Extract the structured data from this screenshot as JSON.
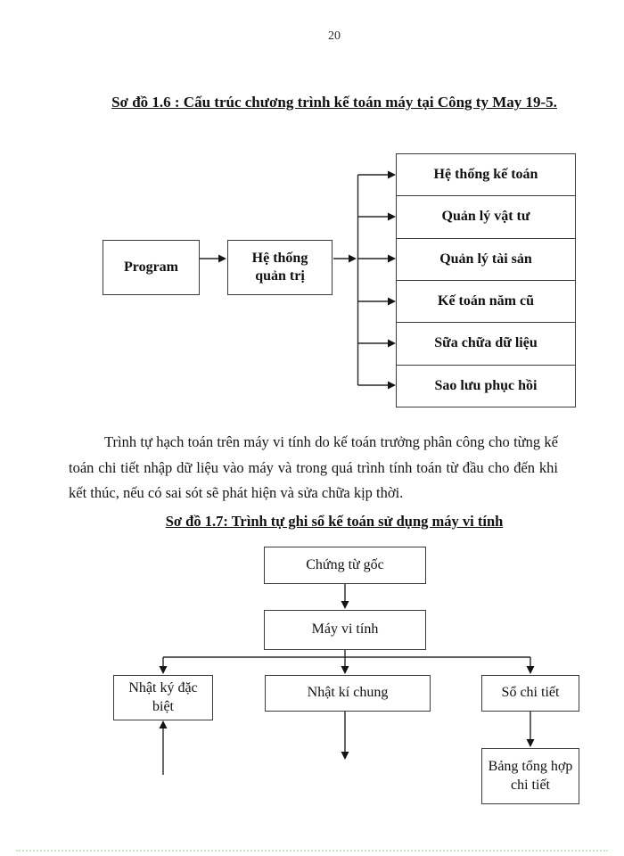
{
  "page": {
    "number": "20"
  },
  "diagram1": {
    "title": "Sơ đồ 1.6 : Cấu trúc chương trình kế toán máy tại Công ty May 19-5.",
    "nodes": {
      "program": "Program",
      "admin_system": "Hệ thống quản trị"
    },
    "modules": [
      "Hệ thống kế toán",
      "Quản lý vật tư",
      "Quản lý tài sản",
      "Kế toán năm cũ",
      "Sữa chữa dữ liệu",
      "Sao lưu phục hồi"
    ]
  },
  "paragraph": {
    "text": "Trình tự hạch toán trên máy vi tính do kế toán trưởng phân công cho từng kế toán chi tiết nhập dữ liệu vào máy và trong quá trình tính toán từ đầu cho đến khi kết thúc, nếu có sai sót sẽ phát hiện và sửa chữa kịp thời."
  },
  "diagram2": {
    "title": "Sơ đồ 1.7: Trình tự ghi sổ kế toán sử dụng máy vi tính",
    "nodes": {
      "source_document": "Chứng từ gốc",
      "computer": "Máy vi tính",
      "special_journal": "Nhật ký đặc biệt",
      "general_journal": "Nhật kí chung",
      "detail_book": "Sổ chi tiết",
      "detail_summary": "Bảng tổng hợp chi tiết"
    }
  }
}
